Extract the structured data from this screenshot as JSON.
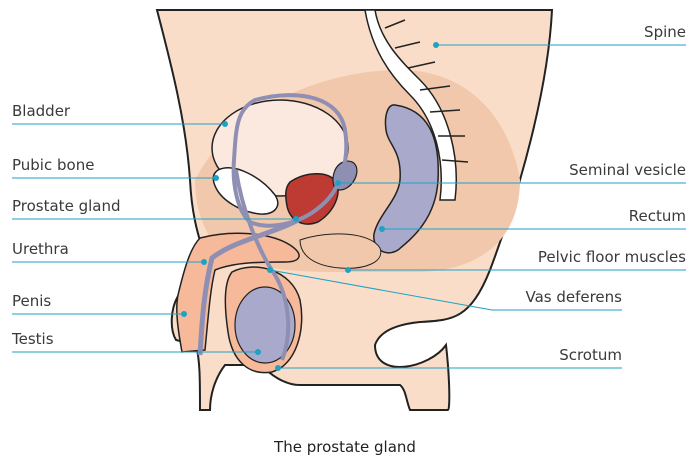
{
  "caption": "The prostate gland",
  "labels": {
    "bladder": "Bladder",
    "pubic_bone": "Pubic bone",
    "prostate_gland": "Prostate gland",
    "urethra": "Urethra",
    "penis": "Penis",
    "testis": "Testis",
    "spine": "Spine",
    "seminal_vesicle": "Seminal vesicle",
    "rectum": "Rectum",
    "pelvic_floor_muscles": "Pelvic floor muscles",
    "vas_deferens": "Vas deferens",
    "scrotum": "Scrotum"
  },
  "colors": {
    "skin": "#f9ddc8",
    "tissue": "#f2c8ad",
    "bladder_fill": "#fbe9e0",
    "bone": "#ffffff",
    "prostate": "#bd3b33",
    "duct": "#8f8fb3",
    "rectum": "#a9aacb",
    "leader": "#1ea2c4",
    "outline": "#222222"
  }
}
